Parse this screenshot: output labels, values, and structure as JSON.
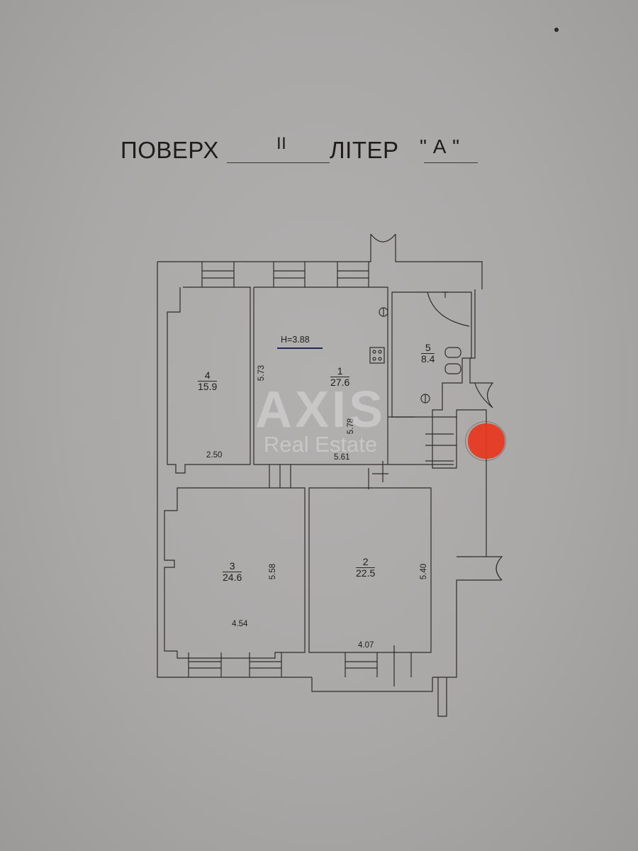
{
  "header": {
    "floor_label": "ПОВЕРХ",
    "floor_value": "II",
    "letter_label": "ЛІТЕР",
    "letter_value": "\" А \""
  },
  "plan": {
    "ceiling_height": "H=3.88",
    "rooms": [
      {
        "number": "1",
        "area": "27.6"
      },
      {
        "number": "2",
        "area": "22.5"
      },
      {
        "number": "3",
        "area": "24.6"
      },
      {
        "number": "4",
        "area": "15.9"
      },
      {
        "number": "5",
        "area": "8.4"
      }
    ],
    "dimensions": {
      "room4_height": "5.73",
      "room4_width": "2.50",
      "room1_height": "5.78",
      "room1_width": "5.61",
      "room3_height": "5.58",
      "room3_width": "4.54",
      "room2_height": "5.40",
      "room2_width": "4.07"
    }
  },
  "watermark": {
    "brand": "AXIS",
    "subtitle": "Real Estate"
  },
  "colors": {
    "paper": "#aaa8a7",
    "ink": "#2a2826",
    "stamp": "#e8361f",
    "height_marker": "#1d2a55"
  }
}
